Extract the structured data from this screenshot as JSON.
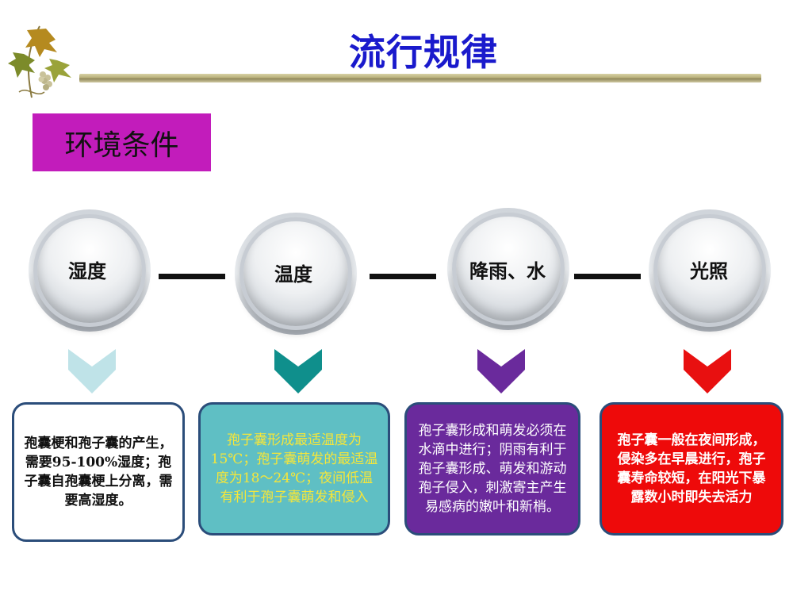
{
  "header": {
    "title": "流行规律"
  },
  "section": {
    "label": "环境条件"
  },
  "factors": [
    {
      "label": "湿度",
      "chevron_color": "#bfe3e8",
      "card_bg": "#ffffff",
      "card_border": "#2b4d7a",
      "card_text_color": "#111111",
      "text": "孢囊梗和孢子囊的产生，需要95-100%湿度；孢子囊自孢囊梗上分离，需要高湿度。"
    },
    {
      "label": "温度",
      "chevron_color": "#0f8f8c",
      "card_bg": "#5fbfc4",
      "card_border": "#2b4d7a",
      "card_text_color": "#f5e63a",
      "text": "孢子囊形成最适温度为15℃；孢子囊萌发的最适温度为18～24℃；夜间低温有利于孢子囊萌发和侵入"
    },
    {
      "label": "降雨、水",
      "chevron_color": "#6a2a9c",
      "card_bg": "#6a2a9c",
      "card_border": "#2b4d7a",
      "card_text_color": "#ffffff",
      "text": "孢子囊形成和萌发必须在水滴中进行；阴雨有利于孢子囊形成、萌发和游动孢子侵入，刺激寄主产生易感病的嫩叶和新梢。"
    },
    {
      "label": "光照",
      "chevron_color": "#e81010",
      "card_bg": "#ee0a0a",
      "card_border": "#2b4d7a",
      "card_text_color": "#ffffff",
      "text": "孢子囊一般在夜间形成，侵染多在早晨进行，孢子囊寿命较短，在阳光下暴露数小时即失去活力"
    }
  ]
}
